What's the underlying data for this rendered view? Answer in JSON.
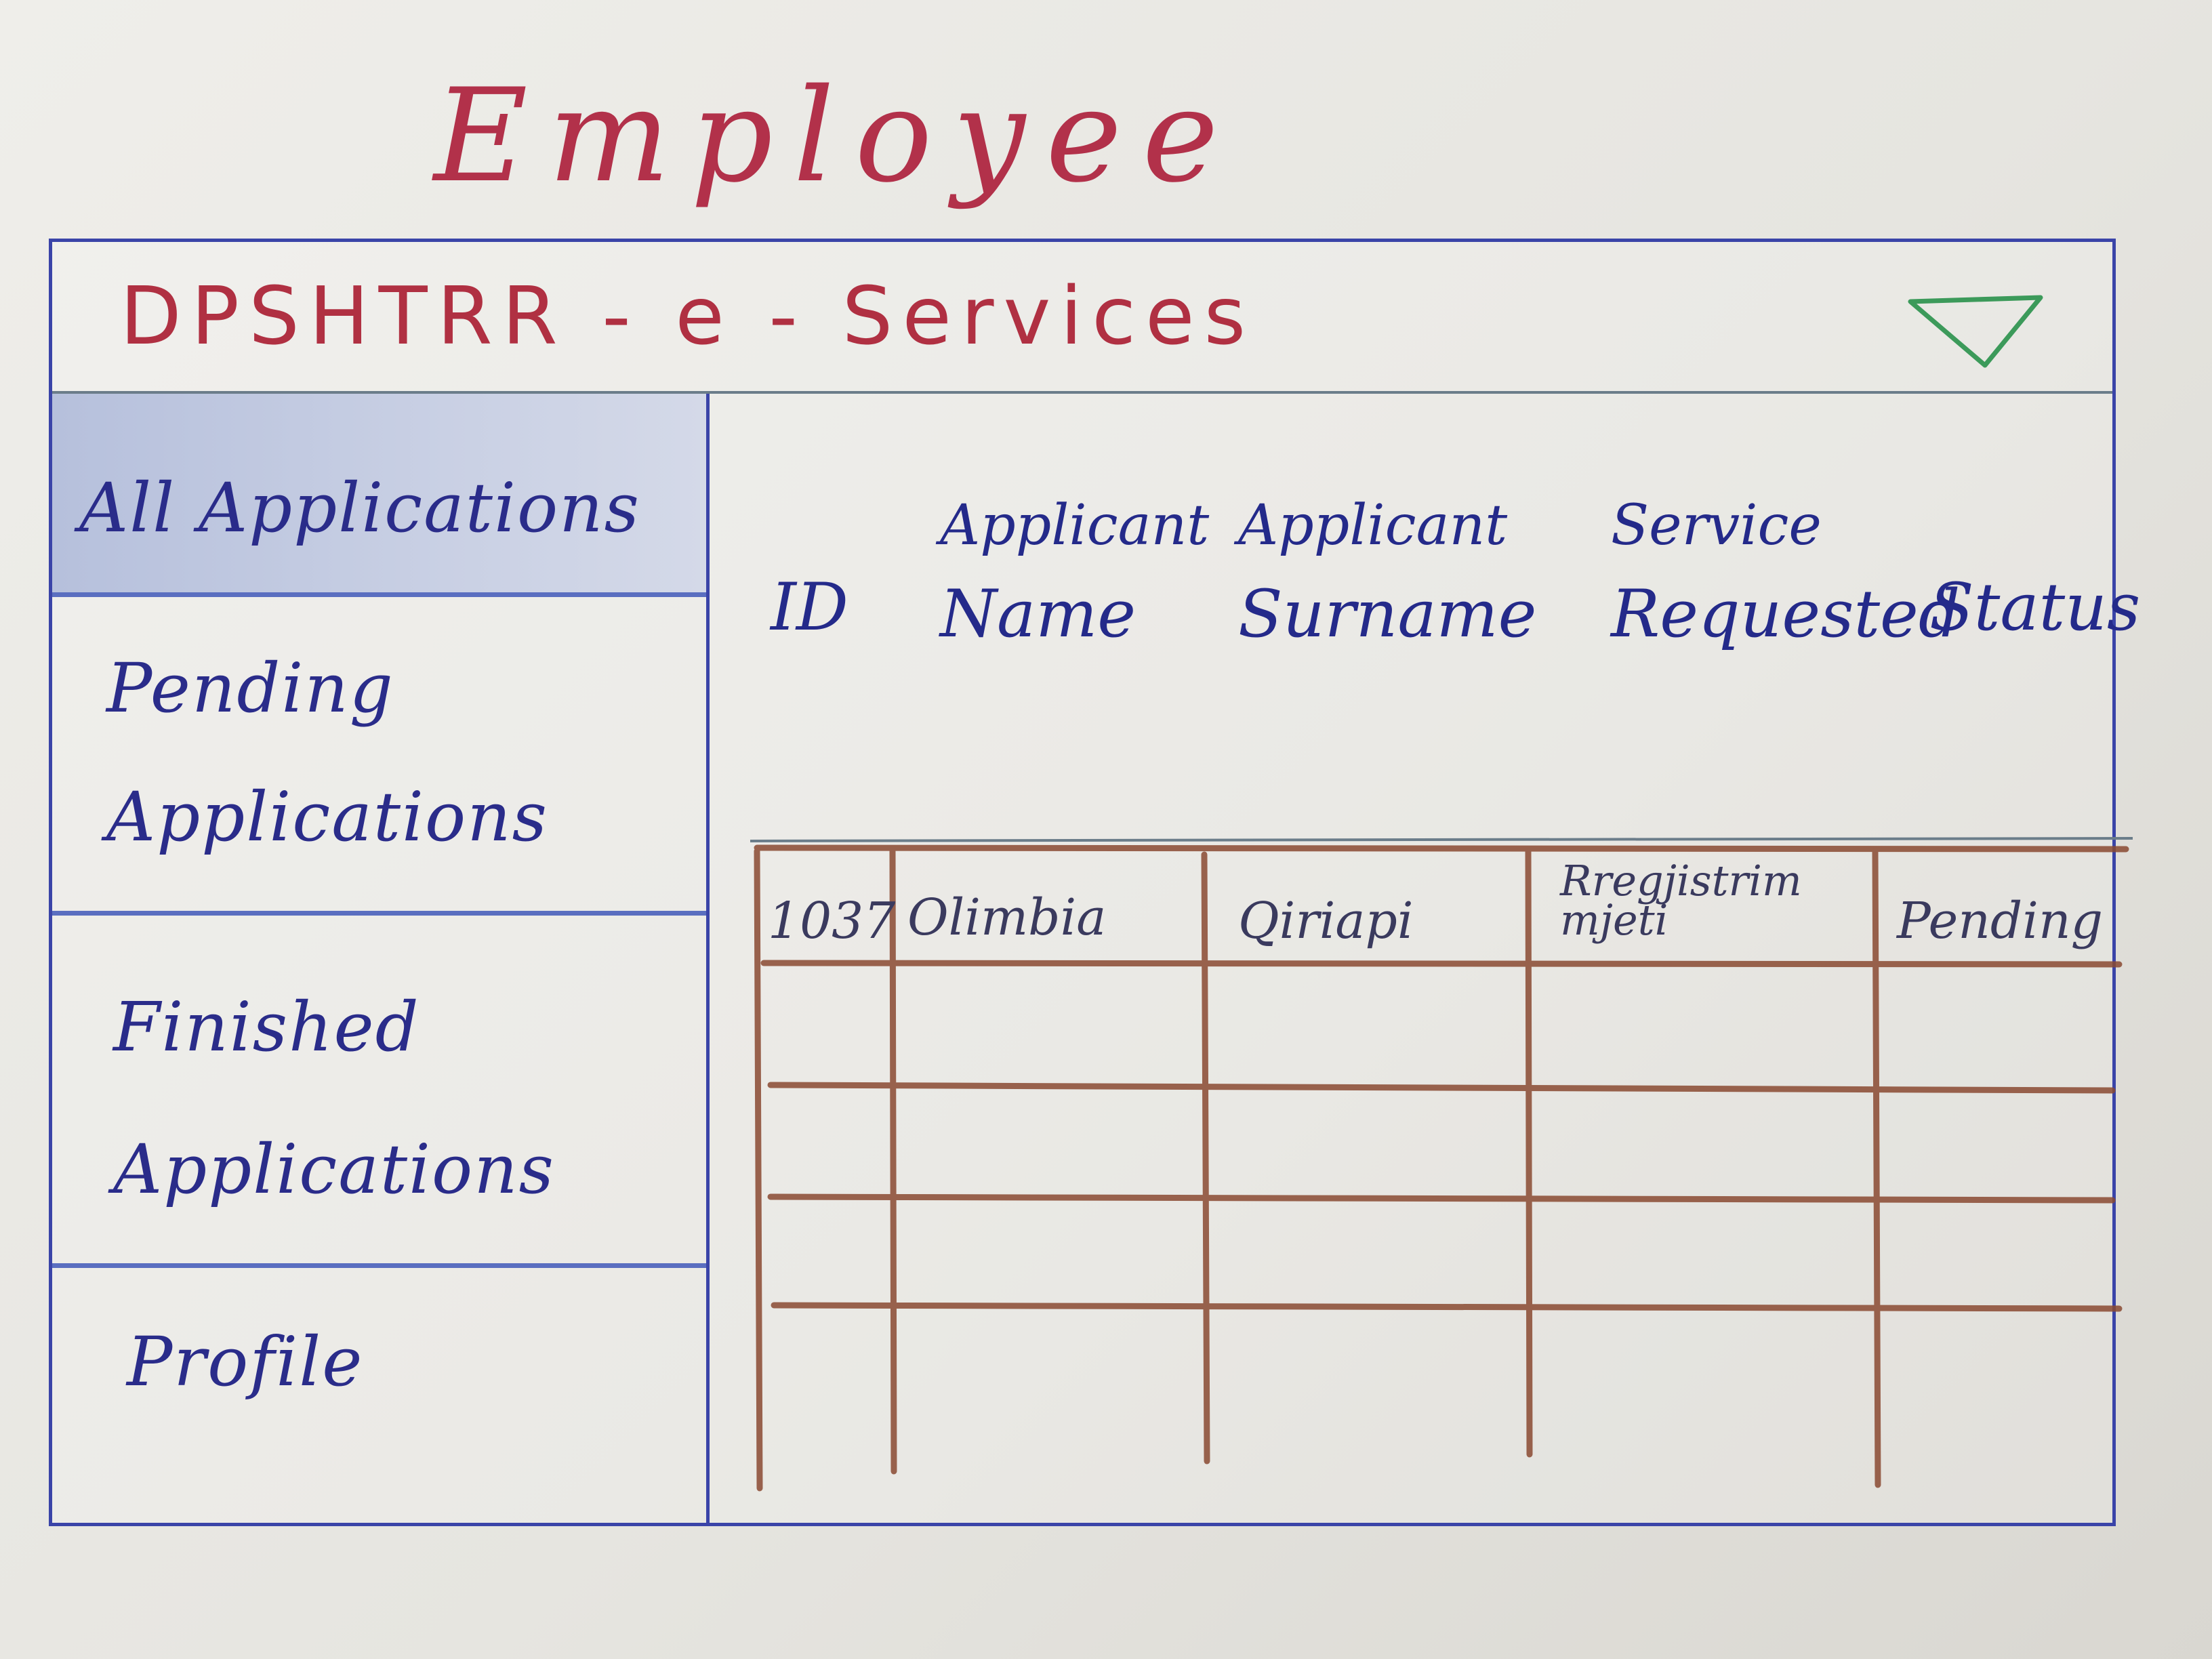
{
  "page": {
    "heading": "Employee"
  },
  "header": {
    "app_title": "DPSHTRR - e - Services",
    "menu_icon": "chevron-down-icon",
    "accent_color": "#b03042",
    "icon_color": "#3c9a5a"
  },
  "sidebar": {
    "items": [
      {
        "label": "All Applications",
        "active": true
      },
      {
        "label": "Pending Applications",
        "active": false
      },
      {
        "label": "Finished Applications",
        "active": false
      },
      {
        "label": "Profile",
        "active": false
      }
    ]
  },
  "table": {
    "columns": [
      {
        "top": "",
        "bottom": "ID"
      },
      {
        "top": "Applicant",
        "bottom": "Name"
      },
      {
        "top": "Applicant",
        "bottom": "Surname"
      },
      {
        "top": "Service",
        "bottom": "Requested"
      },
      {
        "top": "",
        "bottom": "Status"
      }
    ],
    "rows": [
      [
        "1037",
        "Olimbia",
        "Qiriapi",
        "Rregjistrim mjeti",
        "Pending"
      ],
      [
        "",
        "",
        "",
        "",
        ""
      ],
      [
        "",
        "",
        "",
        "",
        ""
      ],
      [
        "",
        "",
        "",
        "",
        ""
      ],
      [
        "",
        "",
        "",
        "",
        ""
      ]
    ],
    "line_color": "#8a4a32"
  }
}
